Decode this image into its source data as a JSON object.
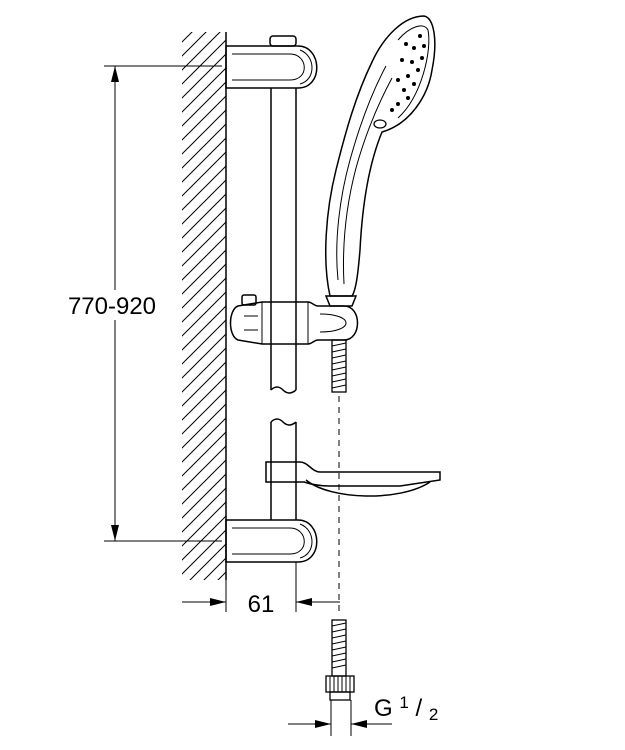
{
  "dimensions": {
    "height_range": "770-920",
    "wall_offset": "61",
    "thread_prefix": "G",
    "thread_numerator": "1",
    "thread_separator": "/",
    "thread_denominator": "2"
  },
  "colors": {
    "line": "#000000",
    "background": "#ffffff"
  }
}
